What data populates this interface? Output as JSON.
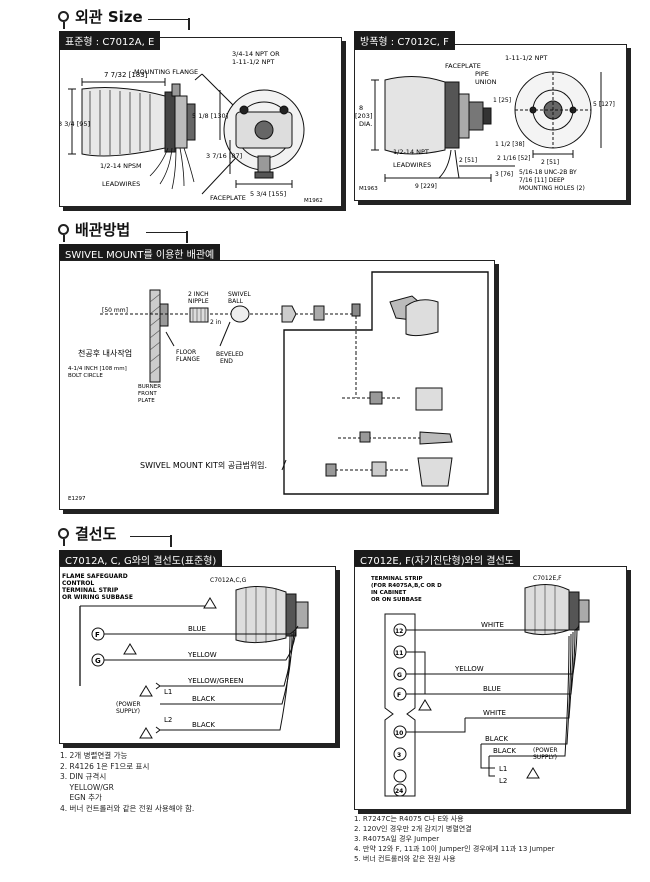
{
  "sections": {
    "appearance": {
      "title": "외관 Size"
    },
    "piping": {
      "title": "배관방법"
    },
    "wiring": {
      "title": "결선도"
    }
  },
  "appearance": {
    "standard_tag": "표준형 : C7012A, E",
    "special_tag": "방폭형 : C7012C, F",
    "left": {
      "mounting_flange": "MOUNTING FLANGE",
      "npt_label_1": "3/4-14 NPT OR",
      "npt_label_2": "1-11-1/2 NPT",
      "dim_top": "7 7/32 [183]",
      "dim_left": "3 3/4 [95]",
      "dim_mid": "5 1/8 [130]",
      "dim_low": "3 7/16 [87]",
      "dim_bottom": "5 3/4 [155]",
      "npsm": "1/2-14 NPSM",
      "leadwires": "LEADWIRES",
      "faceplate": "FACEPLATE",
      "code": "M1962"
    },
    "right": {
      "faceplate": "FACEPLATE",
      "thread": "1-11-1/2 NPT",
      "pipe_union_1": "PIPE",
      "pipe_union_2": "UNION",
      "dia_1": "8",
      "dia_2": "[203]",
      "dia_3": "DIA.",
      "npt": "1/2-14 NPT",
      "leadwires": "LEADWIRES",
      "dim_a": "1 [25]",
      "dim_b": "1 1/2 [38]",
      "dim_c": "2 1/16 [52]",
      "dim_d": "2 [51]",
      "dim_e": "3 [76]",
      "dim_f": "9 [229]",
      "dim_g": "5 [127]",
      "dim_h": "2 [51]",
      "holes_1": "5/16-18 UNC-2B BY",
      "holes_2": "7/16 [11] DEEP",
      "holes_3": "MOUNTING HOLES (2)",
      "code": "M1963"
    }
  },
  "piping": {
    "tag": "SWIVEL MOUNT를 이용한 배관예",
    "labels": {
      "mm": "[50 mm]",
      "in2": "2 in",
      "nipple_1": "2 INCH",
      "nipple_2": "NIPPLE",
      "swivel_1": "SWIVEL",
      "swivel_2": "BALL",
      "after_install": "천공후 내사작업",
      "bolt_1": "4-1/4 INCH [108 mm]",
      "bolt_2": "BOLT CIRCLE",
      "floor_1": "FLOOR",
      "floor_2": "FLANGE",
      "beveled_1": "BEVELED",
      "beveled_2": "END",
      "burner_1": "BURNER",
      "burner_2": "FRONT",
      "burner_3": "PLATE",
      "kit_note": "SWIVEL MOUNT KIT의 공급범위임.",
      "code": "E1297"
    }
  },
  "wiring": {
    "left": {
      "tag": "C7012A, C, G와의 결선도(표준형)",
      "box_title": [
        "FLAME SAFEGUARD",
        "CONTROL",
        "TERMINAL STRIP",
        "OR WIRING SUBBASE"
      ],
      "device": "C7012A,C,G",
      "terminals": [
        "F",
        "G"
      ],
      "wire_blue": "BLUE",
      "wire_yellow": "YELLOW",
      "wire_yg": "YELLOW/GREEN",
      "wire_black1": "BLACK",
      "wire_black2": "BLACK",
      "l1": "L1",
      "l2": "L2",
      "power_1": "(POWER",
      "power_2": "SUPPLY)",
      "notes": [
        "1. 2개 병렬연결 가능",
        "2. R4126 1은 F1으로 표시",
        "3. DIN 규격시",
        "    YELLOW/GR",
        "    EGN 추가",
        "4. 버너 컨트롤러와 같은 전원 사용해야 함."
      ]
    },
    "right": {
      "tag": "C7012E, F(자기진단형)와의 결선도",
      "box_title": [
        "TERMINAL STRIP",
        "(FOR R4075A,B,C OR D",
        "IN CABINET",
        "OR ON SUBBASE"
      ],
      "device": "C7012E,F",
      "terminals": [
        "12",
        "11",
        "G",
        "F",
        "10",
        "3",
        "24"
      ],
      "wire_white1": "WHITE",
      "wire_yellow": "YELLOW",
      "wire_blue": "BLUE",
      "wire_white2": "WHITE",
      "wire_black1": "BLACK",
      "wire_black2": "BLACK",
      "l1": "L1",
      "l2": "L2",
      "power_1": "(POWER",
      "power_2": "SUPPLY)",
      "notes": [
        "1. R7247C는 R4075 C나 E와 사용",
        "2. 120V인 경우만 2개 감지기 병렬연결",
        "3. R4075A일 경우 Jumper",
        "4. 만약 12와 F, 11과 10이 Jumper인 경우에게 11과 13 Jumper",
        "5. 버너 컨트롤러와 같은 전원 사용"
      ]
    }
  }
}
